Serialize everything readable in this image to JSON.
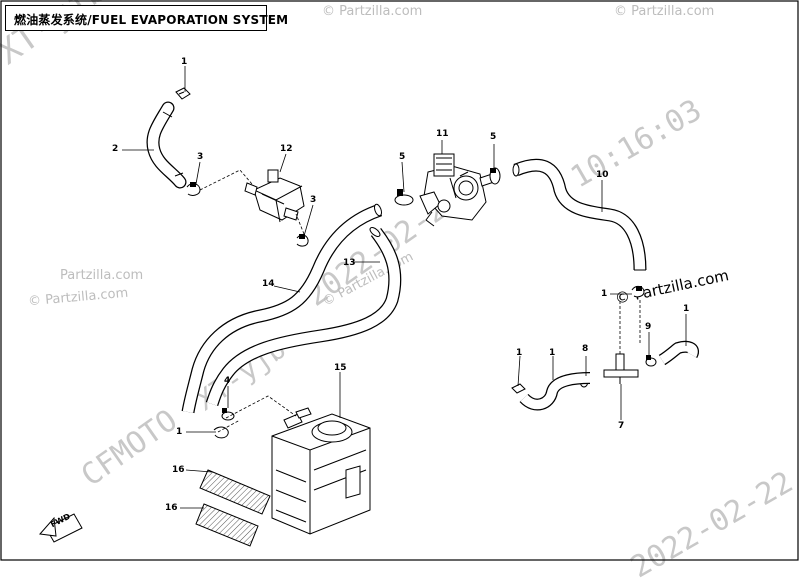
{
  "title": "燃油蒸发系统/FUEL EVAPORATION SYSTEM",
  "watermarks": {
    "site_copy": "© Partzilla.com",
    "site_plain": "Partzilla.com",
    "brand": "CFMOTO",
    "code": "XT-yjb",
    "date": "2022-02-22",
    "time": "10:16:03"
  },
  "fwd_label": "FWD",
  "callouts": [
    "1",
    "2",
    "3",
    "12",
    "3",
    "11",
    "5",
    "5",
    "10",
    "13",
    "14",
    "15",
    "4",
    "1",
    "16",
    "16",
    "1",
    "1",
    "9",
    "1",
    "1",
    "8",
    "7"
  ]
}
